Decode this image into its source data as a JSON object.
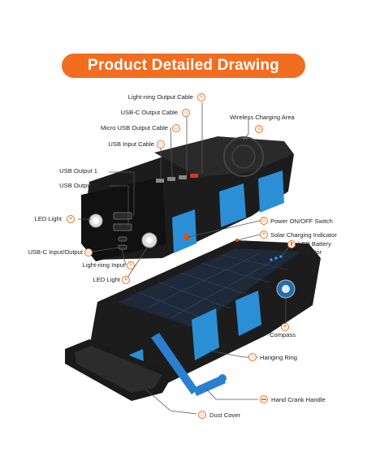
{
  "title": "Product Detailed Drawing",
  "labels": {
    "lightning_output_cable": "Light-ning Output Cable",
    "usbc_output_cable": "USB-C Output Cable",
    "micro_usb_output_cable": "Micro USB Output Cable",
    "usb_input_cable": "USB Input Cable",
    "wireless_charging_area": "Wireless Charging Area",
    "usb_output_1": "USB Output 1",
    "usb_output_2": "USB Output 2",
    "led_light_left": "LED Light",
    "usbc_input_output": "USB-C Input/Output",
    "lightning_input": "Light-ning Input",
    "led_light_bottom": "LED Light",
    "power_switch": "Power ON/OFF Switch",
    "solar_charging_indicator": "Solar Charging Indicator",
    "led_battery_indicator": "LED Battery Indicator",
    "compass": "Compass",
    "hanging_ring": "Hanging Ring",
    "hand_crank_handle": "Hand Crank Handle",
    "dust_cover": "Dust Cover"
  },
  "colors": {
    "accent": "#f26d1f",
    "blue": "#2b8fd6",
    "body": "#1c1c1c"
  },
  "icons": [
    "lightning-icon",
    "usbc-icon",
    "micro-usb-icon",
    "usb-icon",
    "wireless-icon",
    "led-icon",
    "power-icon",
    "solar-icon",
    "battery-icon",
    "compass-icon",
    "ring-icon",
    "crank-icon",
    "cover-icon"
  ]
}
